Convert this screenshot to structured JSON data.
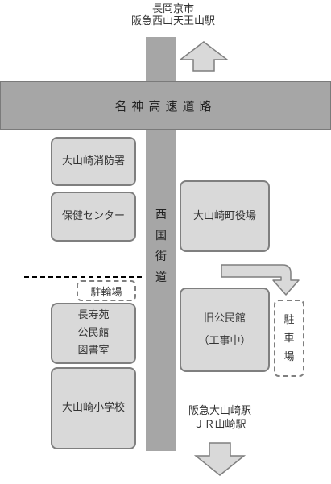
{
  "north_dest": {
    "line1": "長岡京市",
    "line2": "阪急西山天王山駅"
  },
  "south_dest": {
    "line1": "阪急大山崎駅",
    "line2": "ＪＲ山崎駅"
  },
  "expressway": {
    "label": "名神高速道路"
  },
  "saigoku": {
    "chars": [
      "西",
      "国",
      "街",
      "道"
    ]
  },
  "buildings": {
    "fire_station": "大山崎消防署",
    "health_center": "保健センター",
    "town_hall": "大山崎町役場",
    "old_hall": {
      "line1": "旧公民館",
      "line2": "（工事中）"
    },
    "library": {
      "line1": "長寿苑",
      "line2": "公民館",
      "line3": "図書室"
    },
    "school": "大山崎小学校"
  },
  "bicycle_parking": "駐輪場",
  "car_parking": {
    "chars": [
      "駐",
      "車",
      "場"
    ]
  },
  "colors": {
    "road": "#a6a6a6",
    "building_fill": "#d9d9d9",
    "building_border": "#7f7f7f"
  }
}
